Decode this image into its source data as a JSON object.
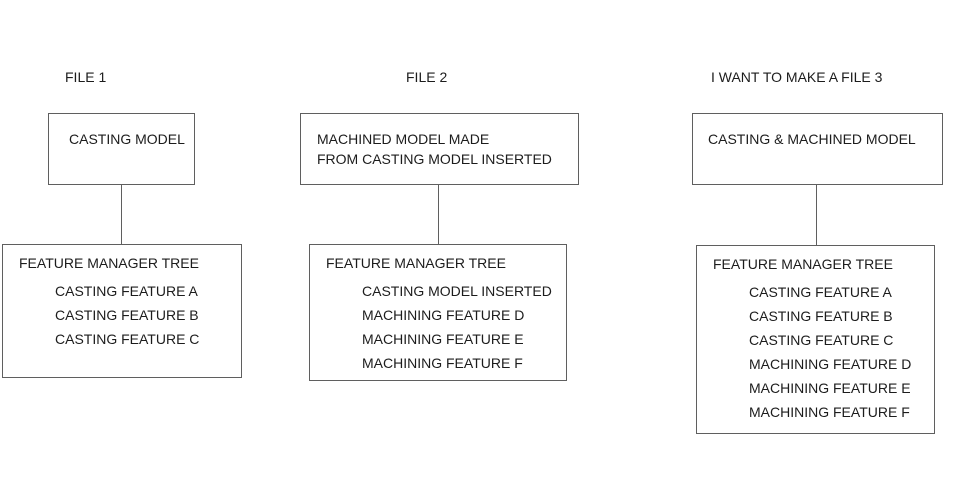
{
  "style": {
    "background": "#ffffff",
    "line_color": "#5f5f5f",
    "text_color": "#1c1c1c"
  },
  "columns": [
    {
      "title": "FILE 1",
      "model_box": {
        "lines": [
          "CASTING MODEL"
        ]
      },
      "tree_box": {
        "header": "FEATURE MANAGER TREE",
        "items": [
          "CASTING FEATURE A",
          "CASTING FEATURE B",
          "CASTING FEATURE C"
        ]
      }
    },
    {
      "title": "FILE 2",
      "model_box": {
        "lines": [
          "MACHINED MODEL MADE",
          "FROM CASTING MODEL INSERTED"
        ]
      },
      "tree_box": {
        "header": "FEATURE MANAGER TREE",
        "items": [
          "CASTING MODEL INSERTED",
          "MACHINING FEATURE D",
          "MACHINING FEATURE E",
          "MACHINING FEATURE F"
        ]
      }
    },
    {
      "title": "I WANT TO MAKE A FILE 3",
      "model_box": {
        "lines": [
          "CASTING & MACHINED MODEL"
        ]
      },
      "tree_box": {
        "header": "FEATURE MANAGER TREE",
        "items": [
          "CASTING FEATURE A",
          "CASTING FEATURE B",
          "CASTING FEATURE C",
          "MACHINING FEATURE D",
          "MACHINING FEATURE E",
          "MACHINING FEATURE F"
        ]
      }
    }
  ]
}
